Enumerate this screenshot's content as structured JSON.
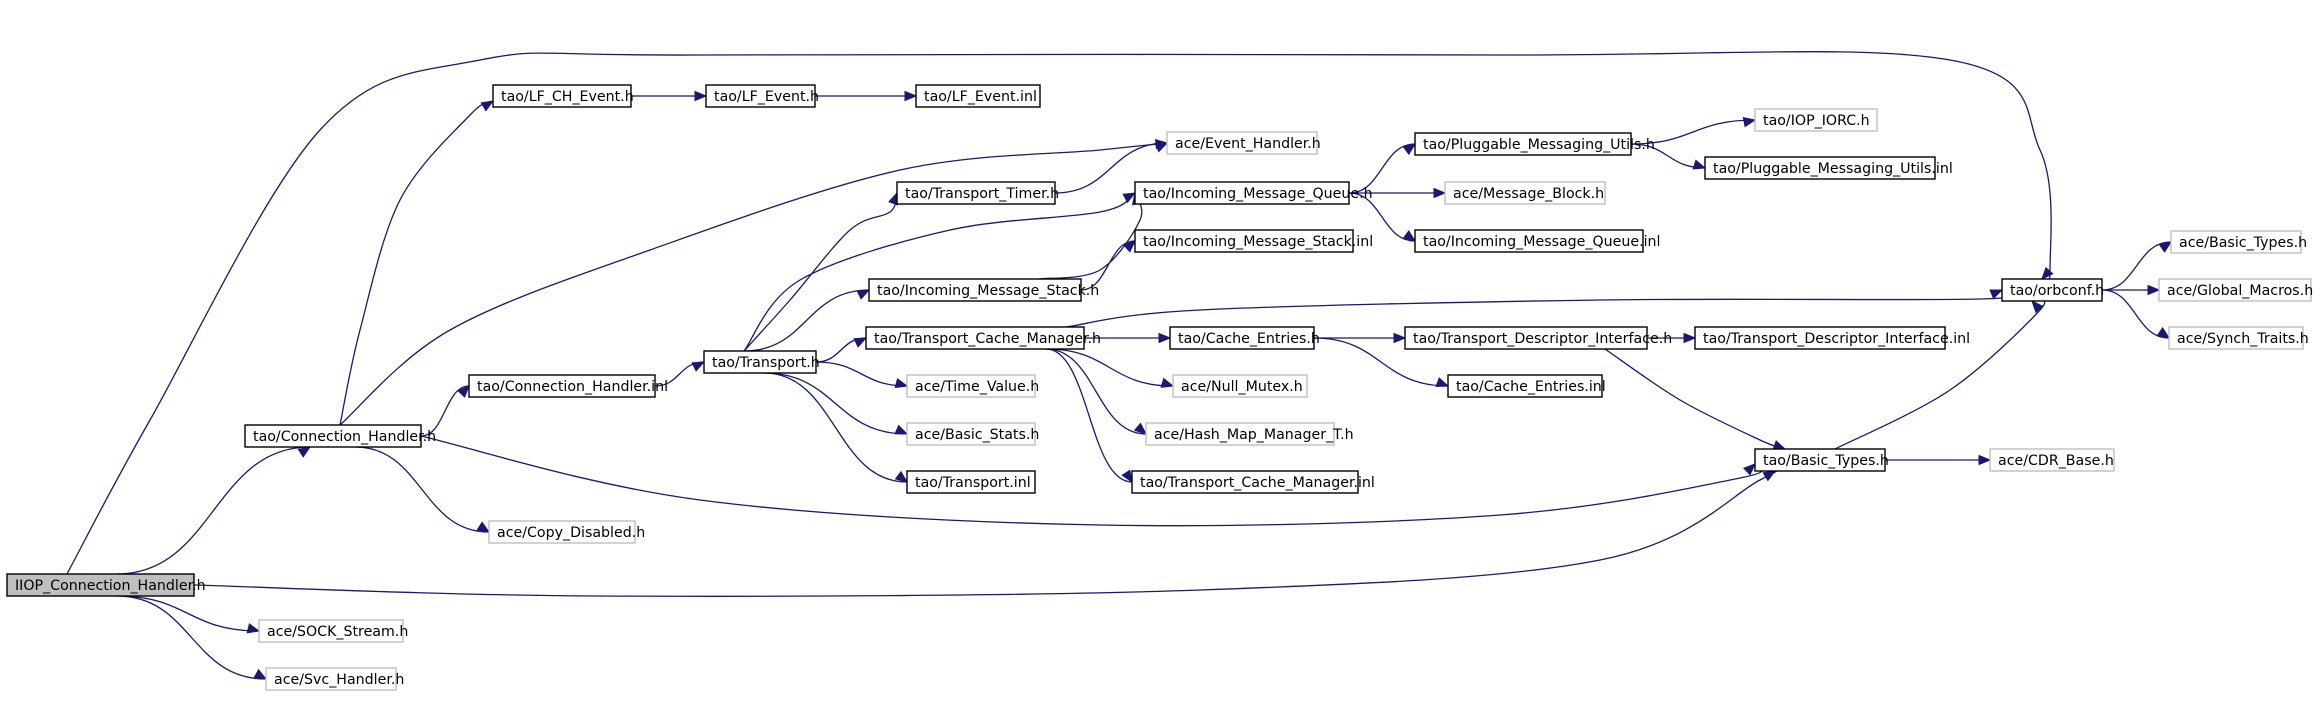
{
  "graph": {
    "title": "",
    "edge_color": "#191970",
    "node_border": "#000000",
    "external_border": "#bfbfbf",
    "root_fill": "#bfbfbf",
    "nodes": [
      {
        "id": "root",
        "label": "IIOP_Connection_Handler.h",
        "kind": "root"
      },
      {
        "id": "ch",
        "label": "tao/Connection_Handler.h",
        "kind": "doc"
      },
      {
        "id": "lfch",
        "label": "tao/LF_CH_Event.h",
        "kind": "doc"
      },
      {
        "id": "lfe",
        "label": "tao/LF_Event.h",
        "kind": "doc"
      },
      {
        "id": "lfeinl",
        "label": "tao/LF_Event.inl",
        "kind": "doc"
      },
      {
        "id": "evh",
        "label": "ace/Event_Handler.h",
        "kind": "ext"
      },
      {
        "id": "trtimer",
        "label": "tao/Transport_Timer.h",
        "kind": "doc"
      },
      {
        "id": "imq",
        "label": "tao/Incoming_Message_Queue.h",
        "kind": "doc"
      },
      {
        "id": "pmu",
        "label": "tao/Pluggable_Messaging_Utils.h",
        "kind": "doc"
      },
      {
        "id": "iorc",
        "label": "tao/IOP_IORC.h",
        "kind": "ext"
      },
      {
        "id": "pmuinl",
        "label": "tao/Pluggable_Messaging_Utils.inl",
        "kind": "doc"
      },
      {
        "id": "mb",
        "label": "ace/Message_Block.h",
        "kind": "ext"
      },
      {
        "id": "ims",
        "label": "tao/Incoming_Message_Stack.h",
        "kind": "doc"
      },
      {
        "id": "imsinl",
        "label": "tao/Incoming_Message_Stack.inl",
        "kind": "doc"
      },
      {
        "id": "imqinl",
        "label": "tao/Incoming_Message_Queue.inl",
        "kind": "doc"
      },
      {
        "id": "orbconf",
        "label": "tao/orbconf.h",
        "kind": "doc"
      },
      {
        "id": "acebt",
        "label": "ace/Basic_Types.h",
        "kind": "ext"
      },
      {
        "id": "gm",
        "label": "ace/Global_Macros.h",
        "kind": "ext"
      },
      {
        "id": "st",
        "label": "ace/Synch_Traits.h",
        "kind": "ext"
      },
      {
        "id": "chinl",
        "label": "tao/Connection_Handler.inl",
        "kind": "doc"
      },
      {
        "id": "tr",
        "label": "tao/Transport.h",
        "kind": "doc"
      },
      {
        "id": "tcm",
        "label": "tao/Transport_Cache_Manager.h",
        "kind": "doc"
      },
      {
        "id": "ce",
        "label": "tao/Cache_Entries.h",
        "kind": "doc"
      },
      {
        "id": "tdi",
        "label": "tao/Transport_Descriptor_Interface.h",
        "kind": "doc"
      },
      {
        "id": "tdiinl",
        "label": "tao/Transport_Descriptor_Interface.inl",
        "kind": "doc"
      },
      {
        "id": "ceinl",
        "label": "tao/Cache_Entries.inl",
        "kind": "doc"
      },
      {
        "id": "tv",
        "label": "ace/Time_Value.h",
        "kind": "ext"
      },
      {
        "id": "nm",
        "label": "ace/Null_Mutex.h",
        "kind": "ext"
      },
      {
        "id": "bs",
        "label": "ace/Basic_Stats.h",
        "kind": "ext"
      },
      {
        "id": "hmm",
        "label": "ace/Hash_Map_Manager_T.h",
        "kind": "ext"
      },
      {
        "id": "trinl",
        "label": "tao/Transport.inl",
        "kind": "doc"
      },
      {
        "id": "tcminl",
        "label": "tao/Transport_Cache_Manager.inl",
        "kind": "doc"
      },
      {
        "id": "taobt",
        "label": "tao/Basic_Types.h",
        "kind": "doc"
      },
      {
        "id": "cdr",
        "label": "ace/CDR_Base.h",
        "kind": "ext"
      },
      {
        "id": "cd",
        "label": "ace/Copy_Disabled.h",
        "kind": "ext"
      },
      {
        "id": "sock",
        "label": "ace/SOCK_Stream.h",
        "kind": "ext"
      },
      {
        "id": "svc",
        "label": "ace/Svc_Handler.h",
        "kind": "ext"
      }
    ],
    "edges": [
      [
        "root",
        "ch"
      ],
      [
        "root",
        "orbconf"
      ],
      [
        "root",
        "taobt"
      ],
      [
        "root",
        "sock"
      ],
      [
        "root",
        "svc"
      ],
      [
        "ch",
        "lfch"
      ],
      [
        "ch",
        "evh"
      ],
      [
        "ch",
        "chinl"
      ],
      [
        "ch",
        "taobt"
      ],
      [
        "ch",
        "cd"
      ],
      [
        "lfch",
        "lfe"
      ],
      [
        "lfe",
        "lfeinl"
      ],
      [
        "chinl",
        "tr"
      ],
      [
        "tr",
        "trtimer"
      ],
      [
        "tr",
        "imq"
      ],
      [
        "tr",
        "ims"
      ],
      [
        "tr",
        "tcm"
      ],
      [
        "tr",
        "tv"
      ],
      [
        "tr",
        "bs"
      ],
      [
        "tr",
        "trinl"
      ],
      [
        "trtimer",
        "evh"
      ],
      [
        "imq",
        "pmu"
      ],
      [
        "imq",
        "mb"
      ],
      [
        "imq",
        "imqinl"
      ],
      [
        "pmu",
        "iorc"
      ],
      [
        "pmu",
        "pmuinl"
      ],
      [
        "ims",
        "imsinl"
      ],
      [
        "ims",
        "imq"
      ],
      [
        "tcm",
        "orbconf"
      ],
      [
        "tcm",
        "ce"
      ],
      [
        "tcm",
        "nm"
      ],
      [
        "tcm",
        "hmm"
      ],
      [
        "tcm",
        "tcminl"
      ],
      [
        "ce",
        "tdi"
      ],
      [
        "ce",
        "ceinl"
      ],
      [
        "tdi",
        "tdiinl"
      ],
      [
        "tdi",
        "taobt"
      ],
      [
        "taobt",
        "orbconf"
      ],
      [
        "taobt",
        "cdr"
      ],
      [
        "orbconf",
        "acebt"
      ],
      [
        "orbconf",
        "gm"
      ],
      [
        "orbconf",
        "st"
      ]
    ]
  }
}
